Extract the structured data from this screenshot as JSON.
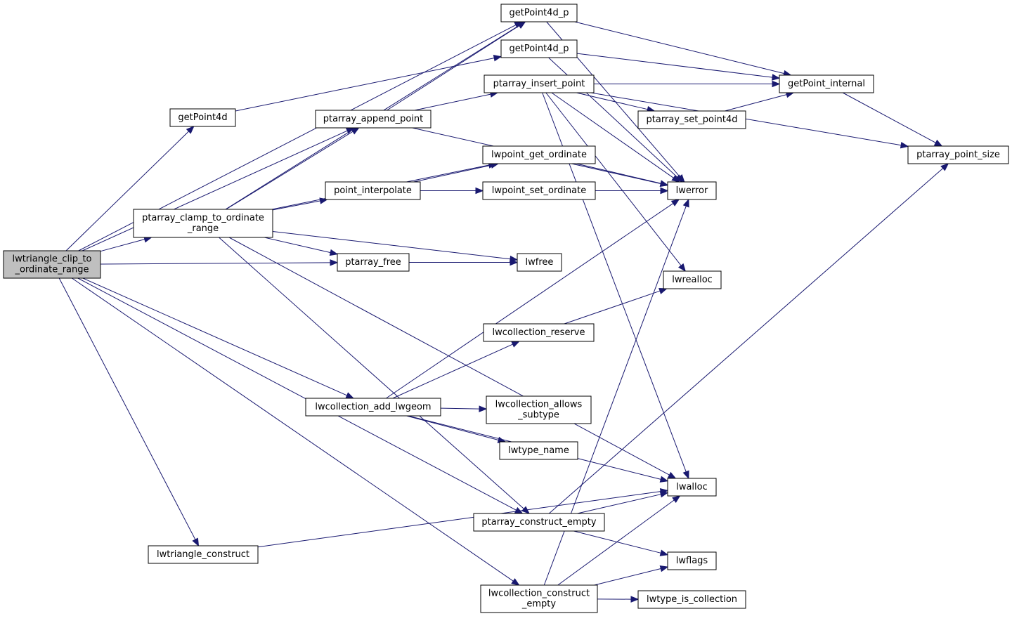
{
  "graph": {
    "nodes": [
      {
        "id": "lwtriangle_clip_to_ordinate_range",
        "lines": [
          "lwtriangle_clip_to",
          "_ordinate_range"
        ],
        "root": true
      },
      {
        "id": "getPoint4d_p_1",
        "lines": [
          "getPoint4d_p"
        ]
      },
      {
        "id": "getPoint4d_p_2",
        "lines": [
          "getPoint4d_p"
        ]
      },
      {
        "id": "getPoint4d",
        "lines": [
          "getPoint4d"
        ]
      },
      {
        "id": "ptarray_insert_point",
        "lines": [
          "ptarray_insert_point"
        ]
      },
      {
        "id": "ptarray_append_point",
        "lines": [
          "ptarray_append_point"
        ]
      },
      {
        "id": "getPoint_internal",
        "lines": [
          "getPoint_internal"
        ]
      },
      {
        "id": "ptarray_set_point4d",
        "lines": [
          "ptarray_set_point4d"
        ]
      },
      {
        "id": "ptarray_point_size",
        "lines": [
          "ptarray_point_size"
        ]
      },
      {
        "id": "lwpoint_get_ordinate",
        "lines": [
          "lwpoint_get_ordinate"
        ]
      },
      {
        "id": "point_interpolate",
        "lines": [
          "point_interpolate"
        ]
      },
      {
        "id": "lwpoint_set_ordinate",
        "lines": [
          "lwpoint_set_ordinate"
        ]
      },
      {
        "id": "lwerror",
        "lines": [
          "lwerror"
        ]
      },
      {
        "id": "ptarray_clamp_to_ordinate_range",
        "lines": [
          "ptarray_clamp_to_ordinate",
          "_range"
        ]
      },
      {
        "id": "ptarray_free",
        "lines": [
          "ptarray_free"
        ]
      },
      {
        "id": "lwfree",
        "lines": [
          "lwfree"
        ]
      },
      {
        "id": "lwrealloc",
        "lines": [
          "lwrealloc"
        ]
      },
      {
        "id": "lwcollection_reserve",
        "lines": [
          "lwcollection_reserve"
        ]
      },
      {
        "id": "lwcollection_add_lwgeom",
        "lines": [
          "lwcollection_add_lwgeom"
        ]
      },
      {
        "id": "lwcollection_allows_subtype",
        "lines": [
          "lwcollection_allows",
          "_subtype"
        ]
      },
      {
        "id": "lwtype_name",
        "lines": [
          "lwtype_name"
        ]
      },
      {
        "id": "lwalloc",
        "lines": [
          "lwalloc"
        ]
      },
      {
        "id": "ptarray_construct_empty",
        "lines": [
          "ptarray_construct_empty"
        ]
      },
      {
        "id": "lwtriangle_construct",
        "lines": [
          "lwtriangle_construct"
        ]
      },
      {
        "id": "lwflags",
        "lines": [
          "lwflags"
        ]
      },
      {
        "id": "lwcollection_construct_empty",
        "lines": [
          "lwcollection_construct",
          "_empty"
        ]
      },
      {
        "id": "lwtype_is_collection",
        "lines": [
          "lwtype_is_collection"
        ]
      }
    ],
    "edges": [
      {
        "from": "lwtriangle_clip_to_ordinate_range",
        "to": "getPoint4d_p_1"
      },
      {
        "from": "lwtriangle_clip_to_ordinate_range",
        "to": "getPoint4d"
      },
      {
        "from": "lwtriangle_clip_to_ordinate_range",
        "to": "ptarray_append_point"
      },
      {
        "from": "lwtriangle_clip_to_ordinate_range",
        "to": "ptarray_clamp_to_ordinate_range"
      },
      {
        "from": "lwtriangle_clip_to_ordinate_range",
        "to": "ptarray_free"
      },
      {
        "from": "lwtriangle_clip_to_ordinate_range",
        "to": "lwcollection_add_lwgeom"
      },
      {
        "from": "lwtriangle_clip_to_ordinate_range",
        "to": "ptarray_construct_empty"
      },
      {
        "from": "lwtriangle_clip_to_ordinate_range",
        "to": "lwtriangle_construct"
      },
      {
        "from": "lwtriangle_clip_to_ordinate_range",
        "to": "lwcollection_construct_empty"
      },
      {
        "from": "getPoint4d",
        "to": "getPoint4d_p_2"
      },
      {
        "from": "getPoint4d_p_1",
        "to": "getPoint_internal"
      },
      {
        "from": "getPoint4d_p_1",
        "to": "lwerror"
      },
      {
        "from": "getPoint4d_p_2",
        "to": "getPoint_internal"
      },
      {
        "from": "getPoint4d_p_2",
        "to": "lwerror"
      },
      {
        "from": "ptarray_append_point",
        "to": "getPoint4d_p_1"
      },
      {
        "from": "ptarray_append_point",
        "to": "ptarray_insert_point"
      },
      {
        "from": "ptarray_append_point",
        "to": "lwerror"
      },
      {
        "from": "ptarray_insert_point",
        "to": "getPoint_internal"
      },
      {
        "from": "ptarray_insert_point",
        "to": "ptarray_set_point4d"
      },
      {
        "from": "ptarray_insert_point",
        "to": "ptarray_point_size"
      },
      {
        "from": "ptarray_insert_point",
        "to": "lwerror"
      },
      {
        "from": "ptarray_insert_point",
        "to": "lwrealloc"
      },
      {
        "from": "ptarray_insert_point",
        "to": "lwalloc"
      },
      {
        "from": "ptarray_set_point4d",
        "to": "getPoint_internal"
      },
      {
        "from": "getPoint_internal",
        "to": "ptarray_point_size"
      },
      {
        "from": "ptarray_clamp_to_ordinate_range",
        "to": "getPoint4d_p_1"
      },
      {
        "from": "ptarray_clamp_to_ordinate_range",
        "to": "ptarray_append_point"
      },
      {
        "from": "ptarray_clamp_to_ordinate_range",
        "to": "lwpoint_get_ordinate"
      },
      {
        "from": "ptarray_clamp_to_ordinate_range",
        "to": "point_interpolate"
      },
      {
        "from": "ptarray_clamp_to_ordinate_range",
        "to": "ptarray_free"
      },
      {
        "from": "ptarray_clamp_to_ordinate_range",
        "to": "lwfree"
      },
      {
        "from": "ptarray_clamp_to_ordinate_range",
        "to": "lwalloc"
      },
      {
        "from": "ptarray_clamp_to_ordinate_range",
        "to": "ptarray_construct_empty"
      },
      {
        "from": "point_interpolate",
        "to": "lwpoint_get_ordinate"
      },
      {
        "from": "point_interpolate",
        "to": "lwpoint_set_ordinate"
      },
      {
        "from": "point_interpolate",
        "to": "lwerror"
      },
      {
        "from": "lwpoint_get_ordinate",
        "to": "lwerror"
      },
      {
        "from": "lwpoint_set_ordinate",
        "to": "lwerror"
      },
      {
        "from": "ptarray_free",
        "to": "lwfree"
      },
      {
        "from": "lwcollection_add_lwgeom",
        "to": "lwerror"
      },
      {
        "from": "lwcollection_add_lwgeom",
        "to": "lwcollection_reserve"
      },
      {
        "from": "lwcollection_add_lwgeom",
        "to": "lwcollection_allows_subtype"
      },
      {
        "from": "lwcollection_add_lwgeom",
        "to": "lwtype_name"
      },
      {
        "from": "lwcollection_add_lwgeom",
        "to": "lwalloc"
      },
      {
        "from": "lwcollection_reserve",
        "to": "lwrealloc"
      },
      {
        "from": "ptarray_construct_empty",
        "to": "lwalloc"
      },
      {
        "from": "ptarray_construct_empty",
        "to": "ptarray_point_size"
      },
      {
        "from": "ptarray_construct_empty",
        "to": "lwflags"
      },
      {
        "from": "lwtriangle_construct",
        "to": "lwalloc"
      },
      {
        "from": "lwcollection_construct_empty",
        "to": "lwerror"
      },
      {
        "from": "lwcollection_construct_empty",
        "to": "lwalloc"
      },
      {
        "from": "lwcollection_construct_empty",
        "to": "lwflags"
      },
      {
        "from": "lwcollection_construct_empty",
        "to": "lwtype_is_collection"
      }
    ]
  }
}
